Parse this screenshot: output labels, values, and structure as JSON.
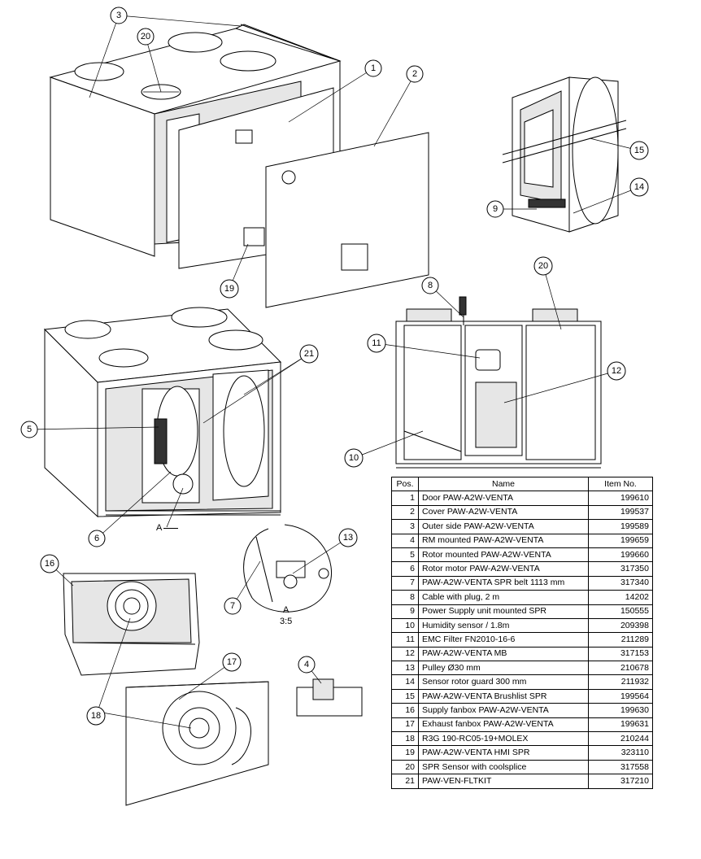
{
  "table": {
    "headers": [
      "Pos.",
      "Name",
      "Item No."
    ],
    "rows": [
      {
        "pos": "1",
        "name": "Door PAW-A2W-VENTA",
        "item": "199610"
      },
      {
        "pos": "2",
        "name": "Cover PAW-A2W-VENTA",
        "item": "199537"
      },
      {
        "pos": "3",
        "name": "Outer side PAW-A2W-VENTA",
        "item": "199589"
      },
      {
        "pos": "4",
        "name": "RM mounted PAW-A2W-VENTA",
        "item": "199659"
      },
      {
        "pos": "5",
        "name": "Rotor mounted PAW-A2W-VENTA",
        "item": "199660"
      },
      {
        "pos": "6",
        "name": "Rotor motor PAW-A2W-VENTA",
        "item": "317350"
      },
      {
        "pos": "7",
        "name": "PAW-A2W-VENTA SPR belt 1113 mm",
        "item": "317340"
      },
      {
        "pos": "8",
        "name": "Cable with plug, 2 m",
        "item": "14202"
      },
      {
        "pos": "9",
        "name": "Power Supply unit mounted SPR",
        "item": "150555"
      },
      {
        "pos": "10",
        "name": "Humidity sensor / 1.8m",
        "item": "209398"
      },
      {
        "pos": "11",
        "name": "EMC Filter FN2010-16-6",
        "item": "211289"
      },
      {
        "pos": "12",
        "name": "PAW-A2W-VENTA MB",
        "item": "317153"
      },
      {
        "pos": "13",
        "name": "Pulley Ø30 mm",
        "item": "210678"
      },
      {
        "pos": "14",
        "name": "Sensor rotor guard 300 mm",
        "item": "211932"
      },
      {
        "pos": "15",
        "name": "PAW-A2W-VENTA Brushlist SPR",
        "item": "199564"
      },
      {
        "pos": "16",
        "name": "Supply fanbox PAW-A2W-VENTA",
        "item": "199630"
      },
      {
        "pos": "17",
        "name": "Exhaust fanbox PAW-A2W-VENTA",
        "item": "199631"
      },
      {
        "pos": "18",
        "name": "R3G 190-RC05-19+MOLEX",
        "item": "210244"
      },
      {
        "pos": "19",
        "name": "PAW-A2W-VENTA HMI SPR",
        "item": "323110"
      },
      {
        "pos": "20",
        "name": "SPR Sensor with coolsplice",
        "item": "317558"
      },
      {
        "pos": "21",
        "name": "PAW-VEN-FLTKIT",
        "item": "317210"
      }
    ]
  },
  "callouts": [
    "3",
    "20",
    "1",
    "2",
    "15",
    "14",
    "9",
    "19",
    "8",
    "20",
    "11",
    "12",
    "10",
    "21",
    "5",
    "6",
    "13",
    "7",
    "16",
    "17",
    "18",
    "4"
  ],
  "labels": {
    "detail_a": "A",
    "detail_a_view": "A",
    "detail_scale": "3:5"
  }
}
